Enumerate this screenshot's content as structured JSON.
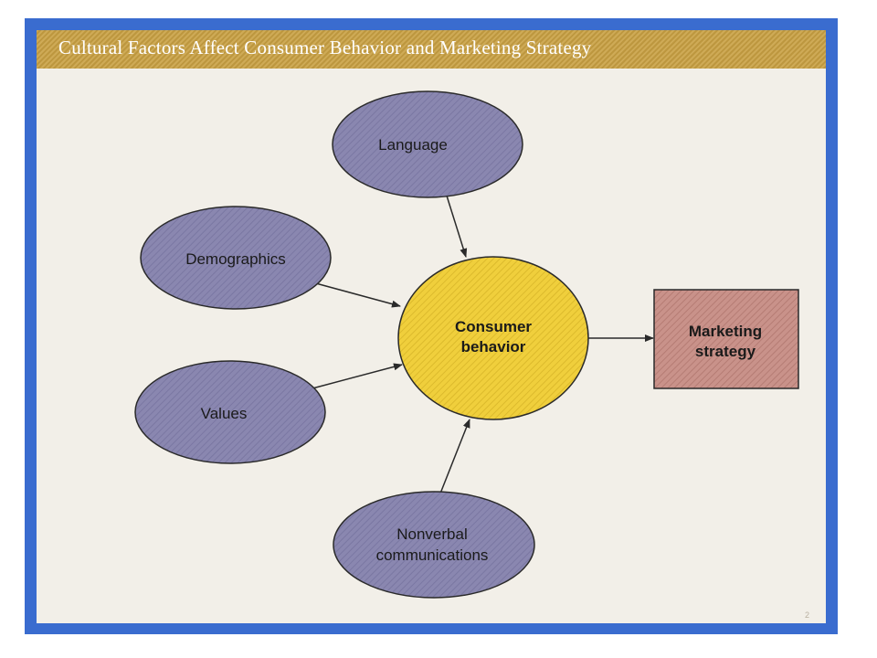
{
  "slide": {
    "title": "Cultural Factors Affect Consumer Behavior and Marketing Strategy",
    "slide_number": "2"
  },
  "nodes": {
    "language": {
      "label": "Language"
    },
    "demographics": {
      "label": "Demographics"
    },
    "values": {
      "label": "Values"
    },
    "nonverbal": {
      "line1": "Nonverbal",
      "line2": "communications"
    },
    "consumer_behavior": {
      "line1": "Consumer",
      "line2": "behavior"
    },
    "marketing_strategy": {
      "line1": "Marketing",
      "line2": "strategy"
    }
  },
  "edges": [
    {
      "from": "Language",
      "to": "Consumer behavior"
    },
    {
      "from": "Demographics",
      "to": "Consumer behavior"
    },
    {
      "from": "Values",
      "to": "Consumer behavior"
    },
    {
      "from": "Nonverbal communications",
      "to": "Consumer behavior"
    },
    {
      "from": "Consumer behavior",
      "to": "Marketing strategy"
    }
  ],
  "colors": {
    "frame": "#3a6ccf",
    "title_band": "#c9a043",
    "factor_fill": "#8a87b0",
    "center_fill": "#f0cf3c",
    "strategy_fill": "#c9928a",
    "stroke": "#2a2a2a"
  }
}
